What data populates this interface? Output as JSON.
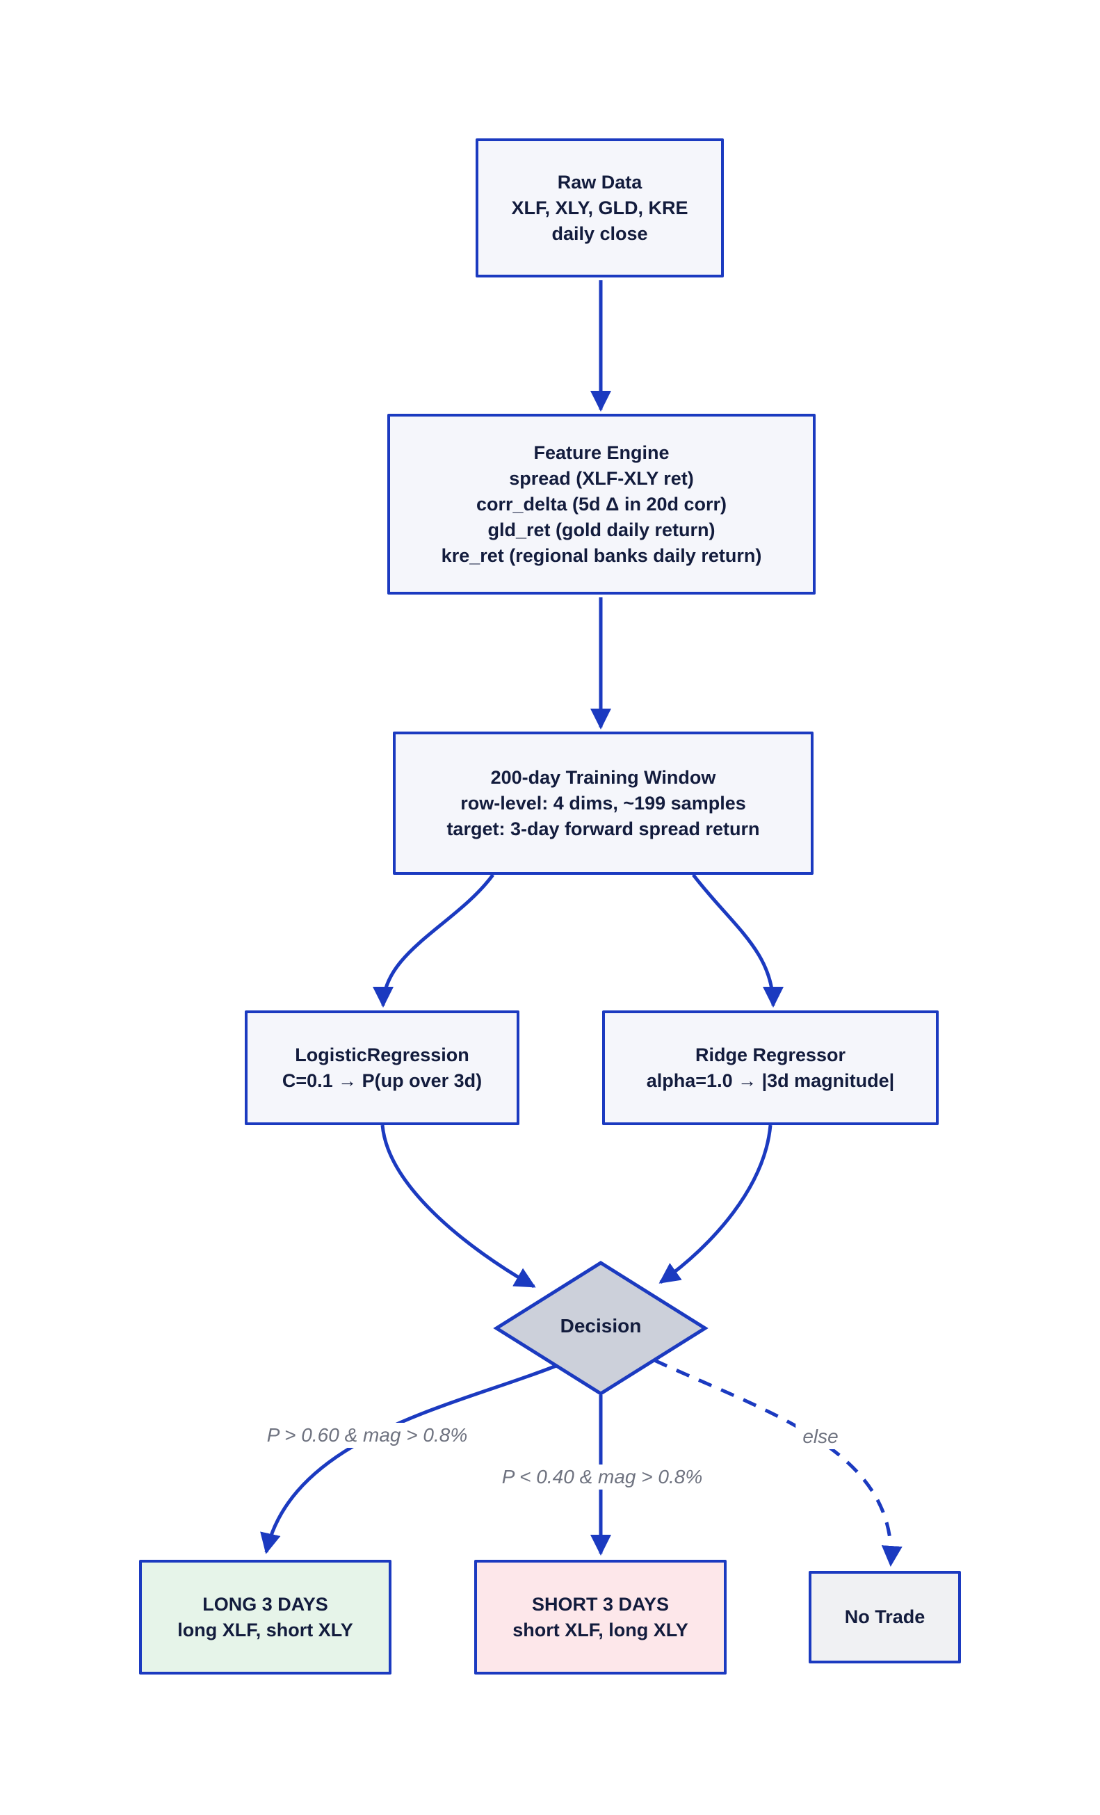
{
  "diagram": {
    "title": "trading-signal-flowchart",
    "colors": {
      "edge": "#1b3ac0",
      "node_border": "#1b3ac0",
      "node_fill": "#f5f6fb",
      "decision_fill": "#ccd0da",
      "long_fill": "#e6f4e9",
      "short_fill": "#fde7ea",
      "notrade_fill": "#f0f1f3",
      "text": "#131c3d",
      "label": "#6f7380"
    },
    "nodes": {
      "raw": {
        "lines": [
          "Raw Data",
          "XLF, XLY, GLD, KRE",
          "daily close"
        ]
      },
      "features": {
        "lines": [
          "Feature Engine",
          "spread (XLF-XLY ret)",
          "corr_delta (5d Δ in 20d corr)",
          "gld_ret (gold daily return)",
          "kre_ret (regional banks daily return)"
        ]
      },
      "train": {
        "lines": [
          "200-day Training Window",
          "row-level: 4 dims, ~199 samples",
          "target: 3-day forward spread return"
        ]
      },
      "logistic": {
        "lines": [
          "LogisticRegression",
          "C=0.1 → P(up over 3d)"
        ]
      },
      "ridge": {
        "lines": [
          "Ridge Regressor",
          "alpha=1.0 → |3d magnitude|"
        ]
      },
      "decision": {
        "label": "Decision"
      },
      "long": {
        "lines": [
          "LONG 3 DAYS",
          "long XLF, short XLY"
        ]
      },
      "short": {
        "lines": [
          "SHORT 3 DAYS",
          "short XLF, long XLY"
        ]
      },
      "no_trade": {
        "label": "No Trade"
      }
    },
    "edge_labels": {
      "long_condition": "P > 0.60 & mag > 0.8%",
      "short_condition": "P < 0.40 & mag > 0.8%",
      "else_condition": "else"
    }
  }
}
